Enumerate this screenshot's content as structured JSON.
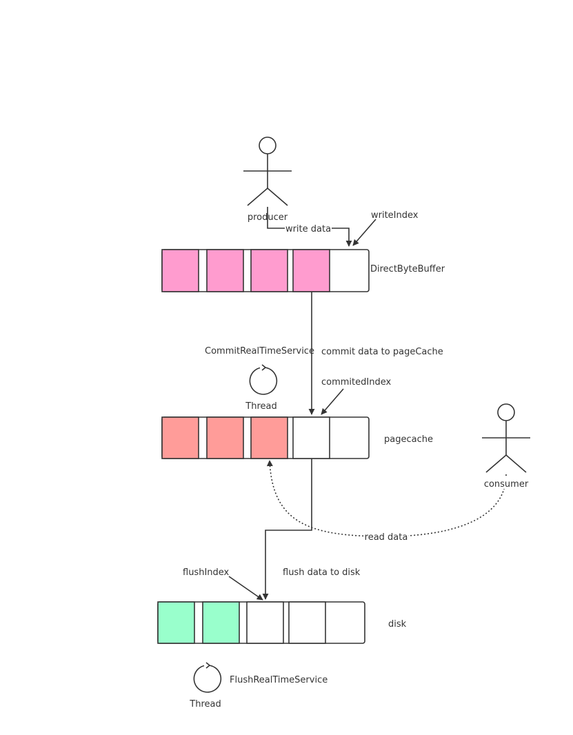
{
  "colors": {
    "stroke": "#333333",
    "buffer_filled": "#ff9ccf",
    "pagecache_filled": "#ff9c99",
    "disk_filled": "#99ffcc",
    "empty": "#ffffff"
  },
  "actors": {
    "producer": "producer",
    "consumer": "consumer"
  },
  "buffers": {
    "direct": {
      "label": "DirectByteBuffer",
      "filled_cells": 4,
      "total_cells": 5,
      "pointer": "writeIndex"
    },
    "pagecache": {
      "label": "pagecache",
      "filled_cells": 3,
      "total_cells": 5,
      "pointer": "commitedIndex"
    },
    "disk": {
      "label": "disk",
      "filled_cells": 2,
      "total_cells": 5,
      "pointer": "flushIndex"
    }
  },
  "edges": {
    "write": "write data",
    "commit": "commit data to pageCache",
    "flush": "flush data to disk",
    "read": "read data"
  },
  "services": {
    "commit": {
      "name": "CommitRealTimeService",
      "thread": "Thread",
      "icon": "cycle-icon"
    },
    "flush": {
      "name": "FlushRealTimeService",
      "thread": "Thread",
      "icon": "cycle-icon"
    }
  }
}
